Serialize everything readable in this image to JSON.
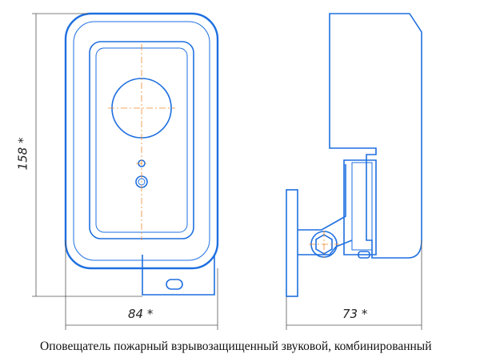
{
  "dimensions": {
    "height": "158 *",
    "width": "84 *",
    "depth": "73 *"
  },
  "caption": "Оповещатель пожарный взрывозащищенный звуковой, комбинированный",
  "colors": {
    "outline": "#1e6fe0",
    "centerline": "#f08a2a",
    "dimension": "#555555"
  }
}
